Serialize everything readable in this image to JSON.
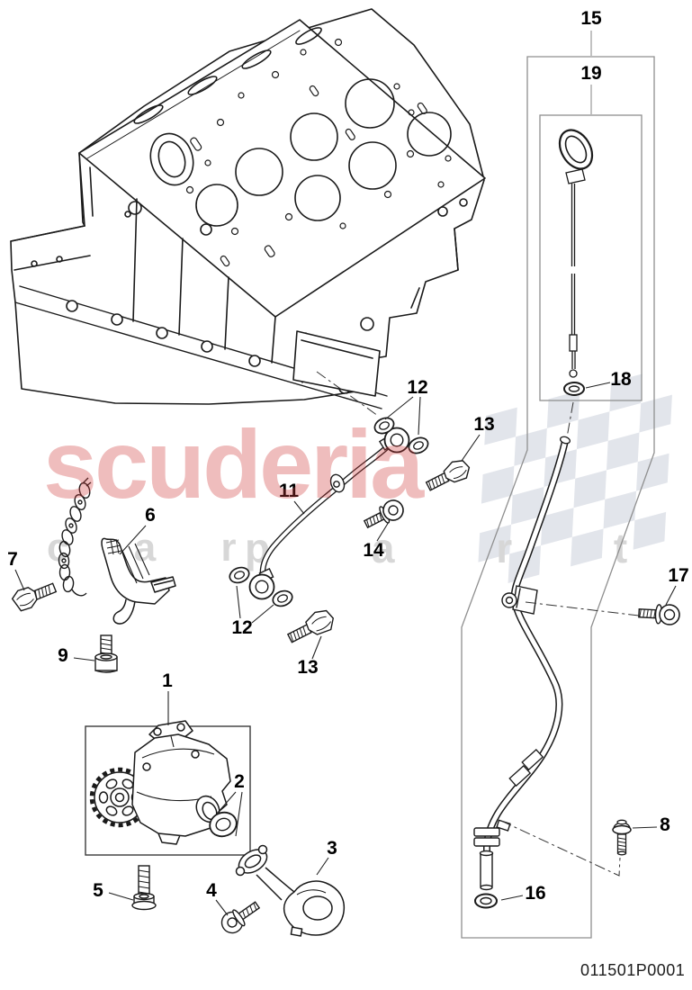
{
  "page": {
    "background": "#ffffff",
    "part_code": "011501P0001"
  },
  "watermark": {
    "brand": "scuderia",
    "word_left": "c a r",
    "word_right": "p a r t s",
    "brand_color": "#cd3737",
    "flag_color": "#99a3b8"
  },
  "callouts": [
    {
      "label": "15"
    },
    {
      "label": "19"
    },
    {
      "label": "18"
    },
    {
      "label": "17"
    },
    {
      "label": "13"
    },
    {
      "label": "12"
    },
    {
      "label": "11"
    },
    {
      "label": "14"
    },
    {
      "label": "12"
    },
    {
      "label": "13"
    },
    {
      "label": "6"
    },
    {
      "label": "7"
    },
    {
      "label": "9"
    },
    {
      "label": "1"
    },
    {
      "label": "2"
    },
    {
      "label": "5"
    },
    {
      "label": "4"
    },
    {
      "label": "3"
    },
    {
      "label": "16"
    },
    {
      "label": "8"
    }
  ]
}
